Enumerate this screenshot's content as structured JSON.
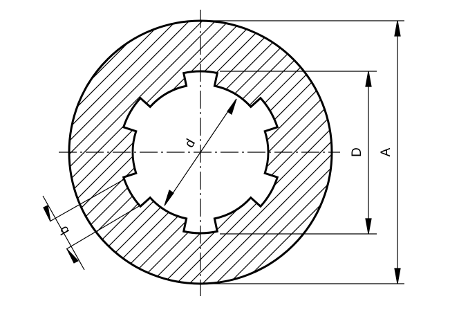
{
  "drawing": {
    "labels": {
      "minor_diameter": "d",
      "major_diameter": "D",
      "outer_diameter": "A",
      "slot_width": "b"
    },
    "spline_slot_count": 6,
    "line_color": "#000000",
    "background": "#ffffff"
  }
}
